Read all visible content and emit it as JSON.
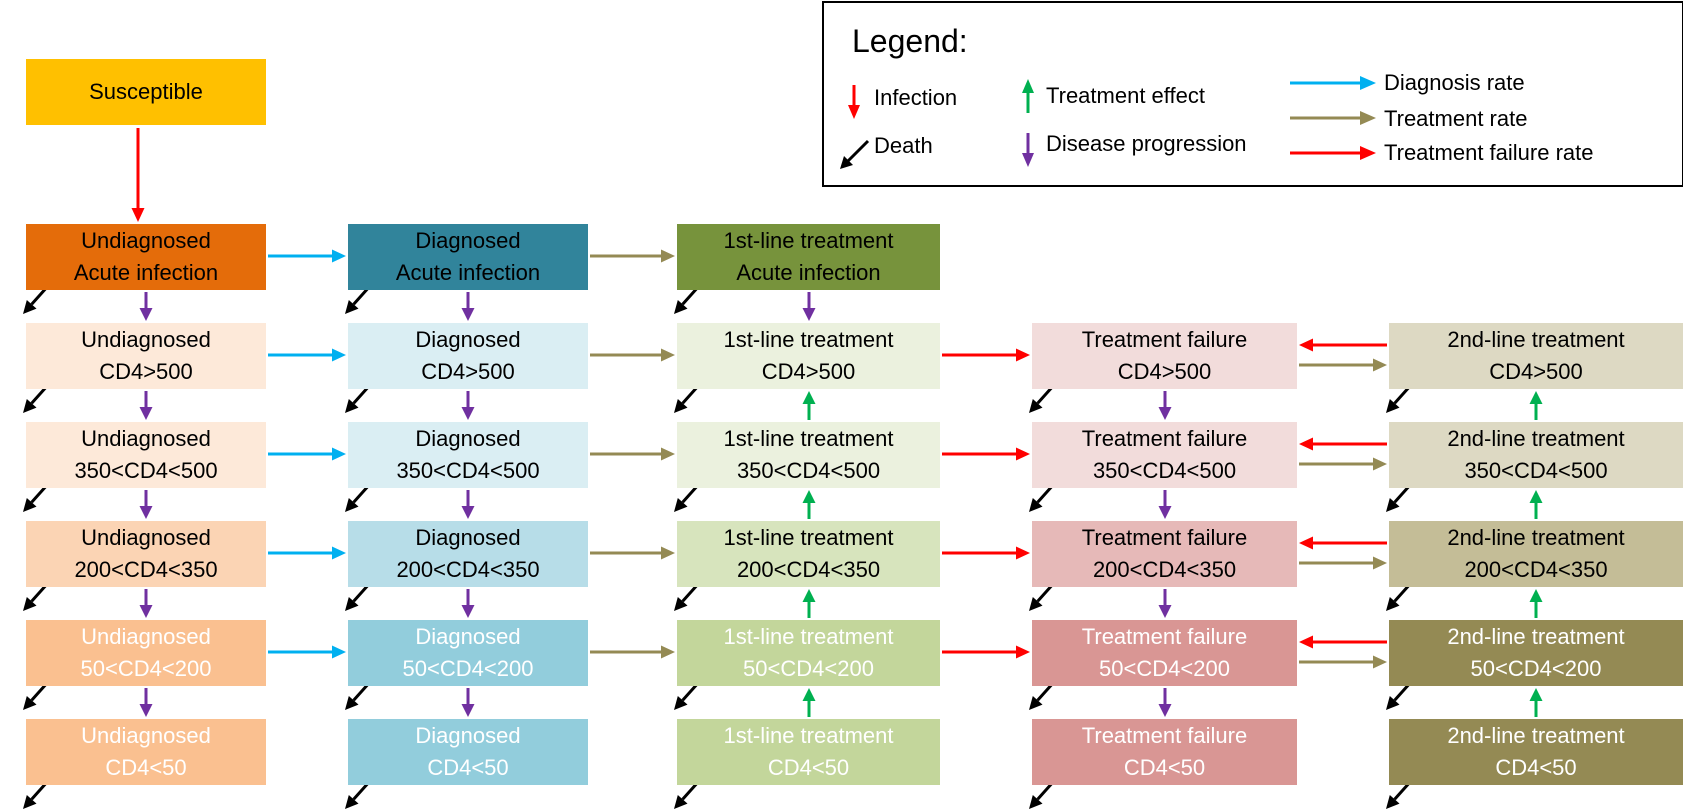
{
  "legend": {
    "title": "Legend:",
    "infection": "Infection",
    "death": "Death",
    "treatment_effect": "Treatment effect",
    "disease_progression": "Disease progression",
    "diagnosis_rate": "Diagnosis rate",
    "treatment_rate": "Treatment rate",
    "treatment_failure_rate": "Treatment failure rate"
  },
  "susceptible": {
    "label": "Susceptible",
    "color": "#FFC000"
  },
  "strata": [
    "Acute infection",
    "CD4>500",
    "350<CD4<500",
    "200<CD4<350",
    "50<CD4<200",
    "CD4<50"
  ],
  "columns": [
    {
      "label": "Undiagnosed",
      "colors": [
        "#E46C0A",
        "#FDE9D9",
        "#FDE9D9",
        "#FBD4B4",
        "#FAC090",
        "#FAC090"
      ],
      "text_colors": [
        "#000",
        "#000",
        "#000",
        "#000",
        "#ffffff",
        "#ffffff"
      ]
    },
    {
      "label": "Diagnosed",
      "colors": [
        "#31849B",
        "#DAEEF3",
        "#DAEEF3",
        "#B7DDE8",
        "#92CDDC",
        "#92CDDC"
      ],
      "text_colors": [
        "#000",
        "#000",
        "#000",
        "#000",
        "#ffffff",
        "#ffffff"
      ]
    },
    {
      "label": "1st-line treatment",
      "colors": [
        "#77933C",
        "#EBF1DE",
        "#EBF1DE",
        "#D7E4BD",
        "#C3D69B",
        "#C3D69B"
      ],
      "text_colors": [
        "#000",
        "#000",
        "#000",
        "#000",
        "#ffffff",
        "#ffffff"
      ]
    },
    {
      "label": "Treatment failure",
      "colors": [
        null,
        "#F2DCDB",
        "#F2DCDB",
        "#E6B9B8",
        "#D99694",
        "#D99694"
      ],
      "text_colors": [
        null,
        "#000",
        "#000",
        "#000",
        "#ffffff",
        "#ffffff"
      ]
    },
    {
      "label": "2nd-line treatment",
      "colors": [
        null,
        "#DDD9C3",
        "#DDD9C3",
        "#C4BD97",
        "#948A54",
        "#948A54"
      ],
      "text_colors": [
        null,
        "#000",
        "#000",
        "#000",
        "#ffffff",
        "#ffffff"
      ]
    }
  ],
  "arrow_colors": {
    "infection": "#FF0000",
    "progression": "#7030A0",
    "treatment_effect": "#00B050",
    "death": "#000000",
    "diagnosis": "#00B0F0",
    "treatment": "#948A54",
    "failure": "#FF0000"
  }
}
